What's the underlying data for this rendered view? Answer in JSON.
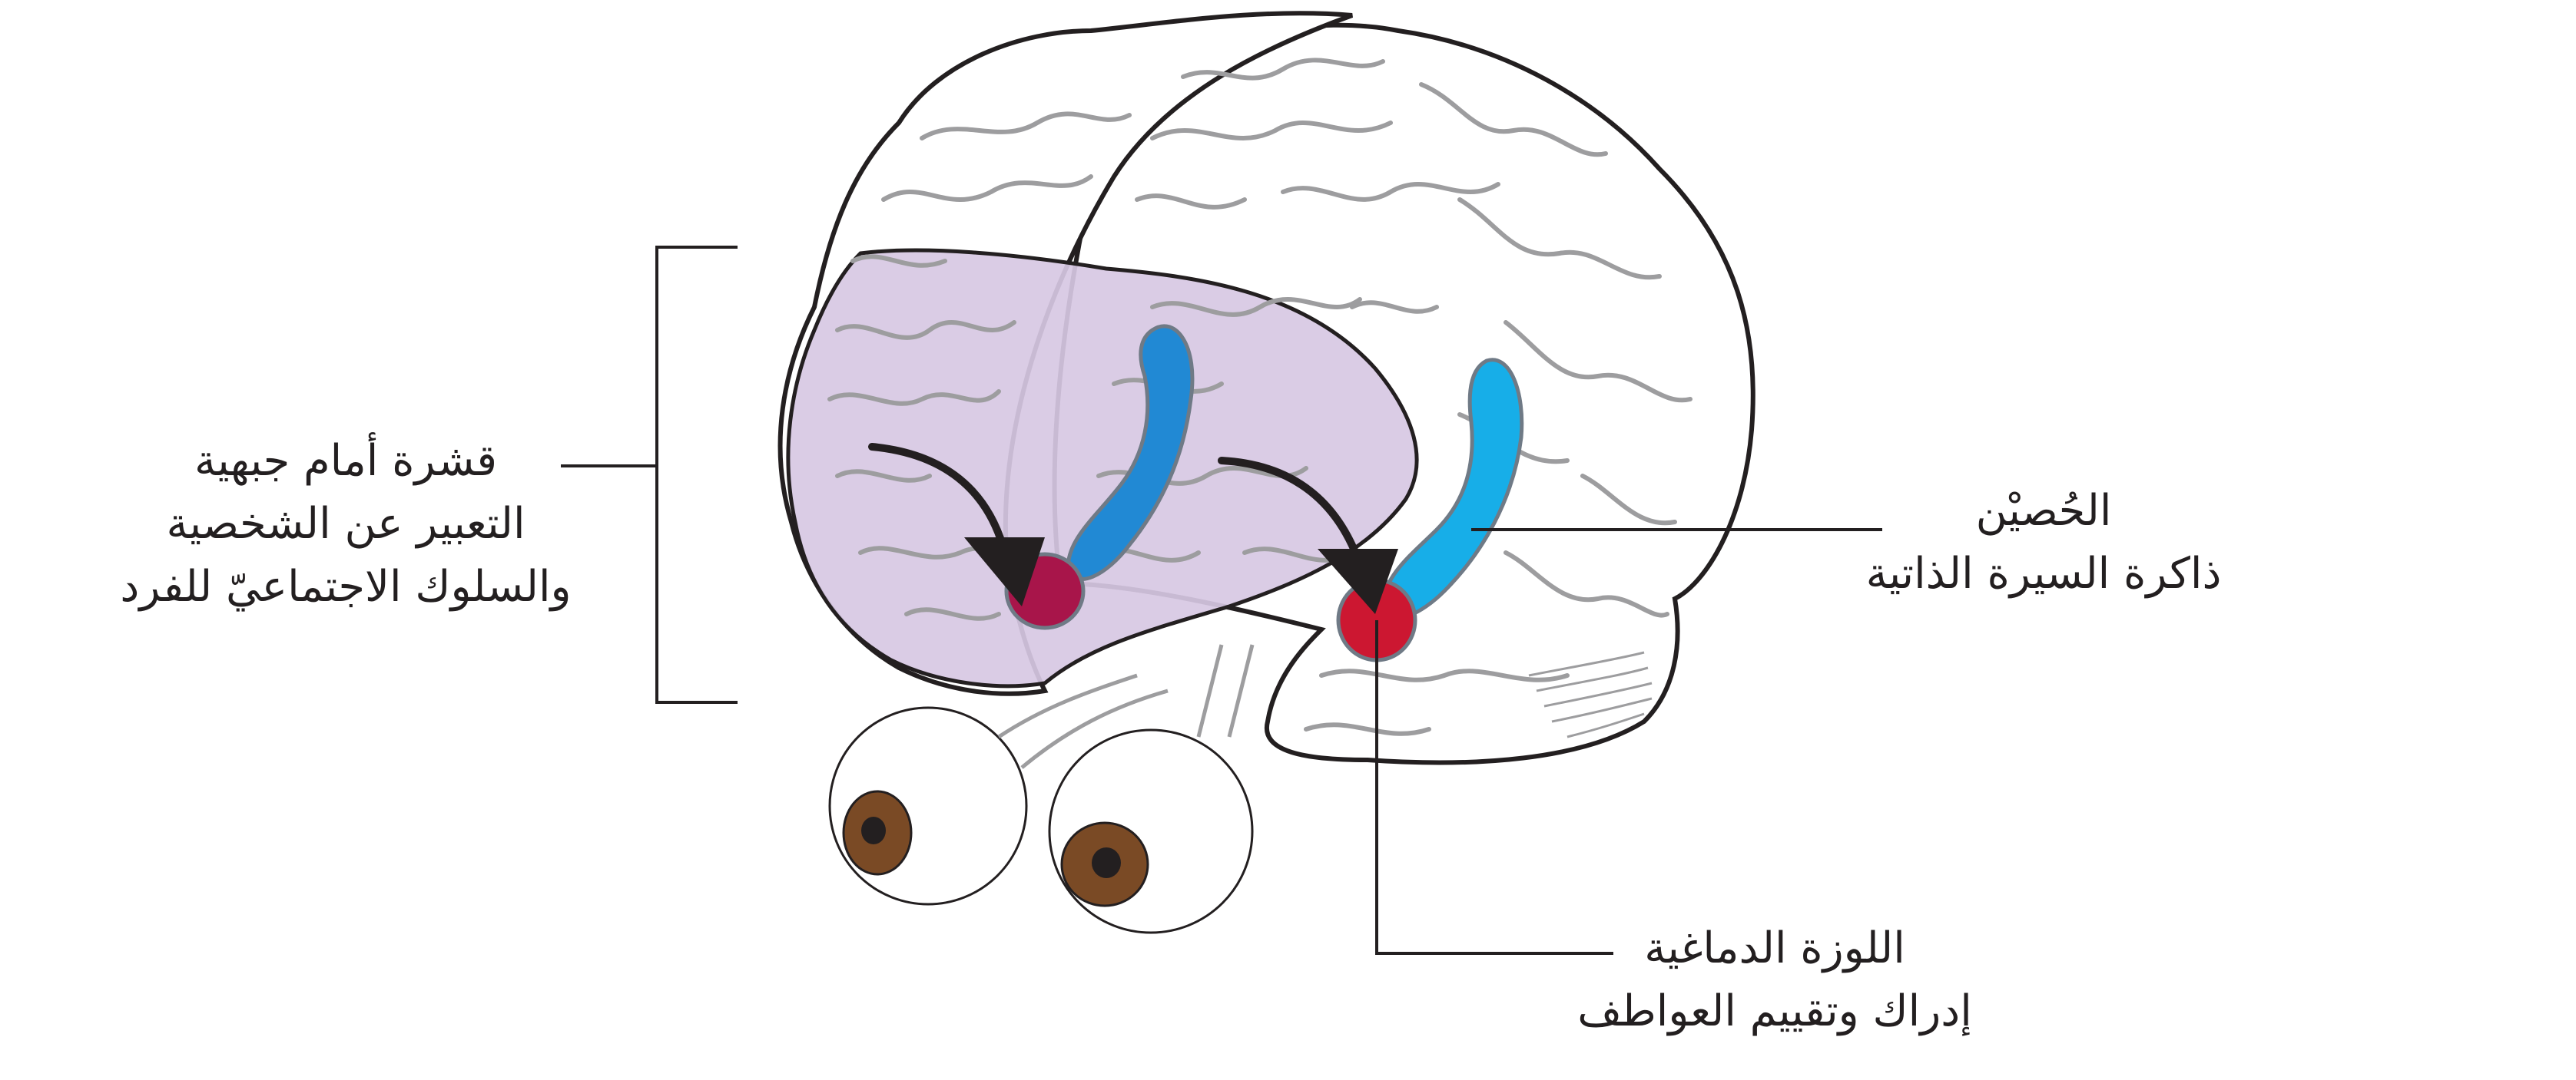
{
  "colors": {
    "outline": "#231f20",
    "gyri": "#9d9d9f",
    "prefrontal_shade": "#d7c8e3",
    "hippocampus_left": "#2189d4",
    "hippocampus_right": "#17aee8",
    "amygdala_left": "#a8154a",
    "amygdala_right": "#cc1731",
    "iris": "#7a4a25",
    "pupil": "#231f20"
  },
  "labels": {
    "prefrontal": {
      "line1": "قشرة أمام جبهية",
      "line2": "التعبير عن الشخصية",
      "line3": "والسلوك الاجتماعيّ للفرد"
    },
    "hippocampus": {
      "line1": "الحُصيْن",
      "line2": "ذاكرة السيرة الذاتية"
    },
    "amygdala": {
      "line1": "اللوزة الدماغية",
      "line2": "إدراك وتقييم العواطف"
    }
  }
}
